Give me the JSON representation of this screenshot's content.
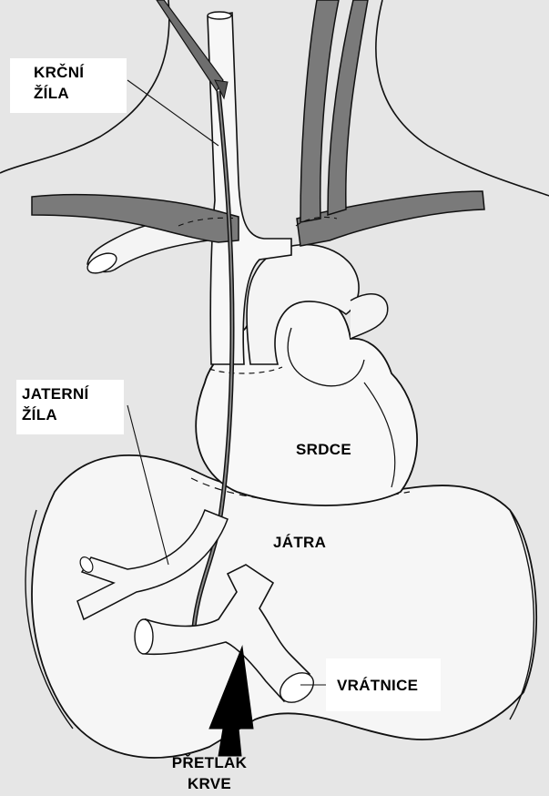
{
  "labels": {
    "jugular_vein": "KRČNÍ\nŽÍLA",
    "hepatic_vein": "JATERNÍ\nŽÍLA",
    "heart": "SRDCE",
    "liver": "JÁTRA",
    "portal_vein": "VRÁTNICE",
    "blood_pressure": "PŘETLAK\nKRVE"
  },
  "colors": {
    "background": "#e6e6e6",
    "organ_fill": "#f8f8f8",
    "vessel_dark": "#7a7a7a",
    "outline": "#111111",
    "label_box": "#ffffff",
    "arrow": "#000000"
  }
}
